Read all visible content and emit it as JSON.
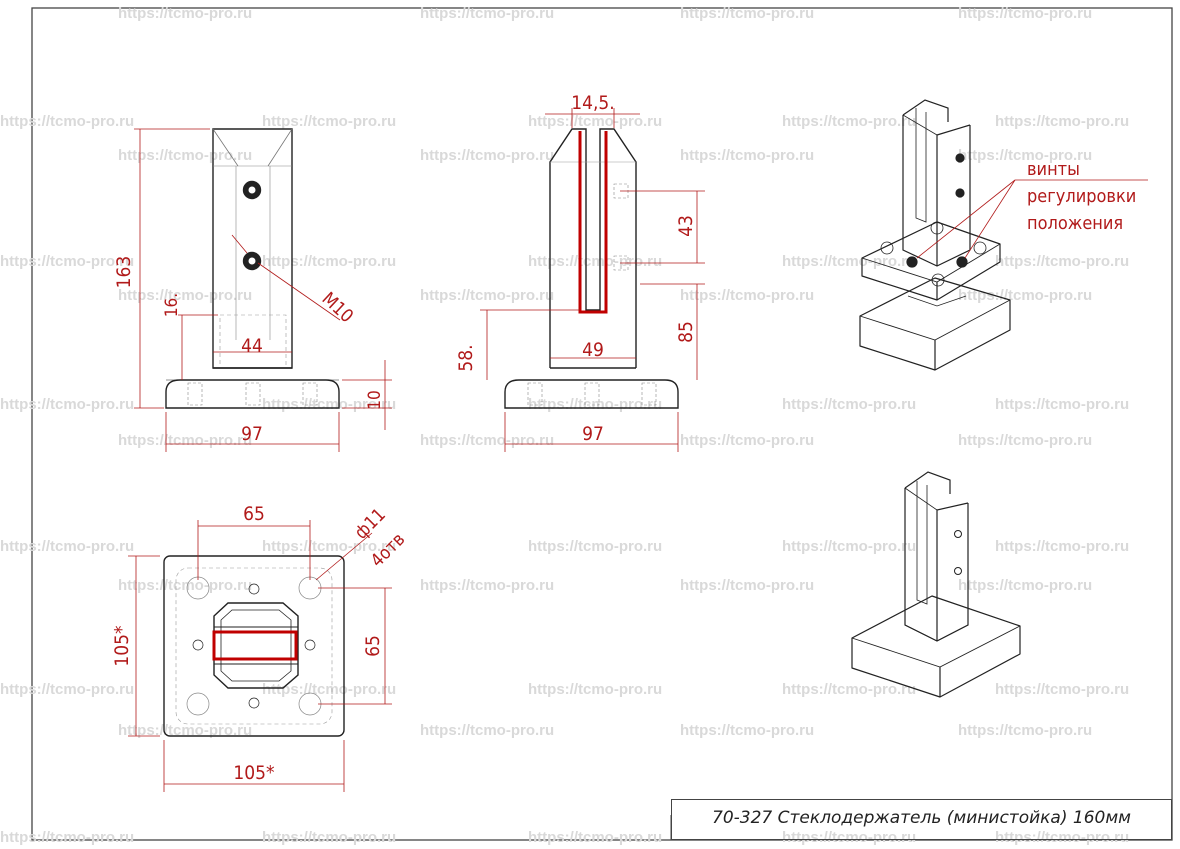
{
  "watermark": "https://tcmo-pro.ru",
  "title_block": {
    "text": "70-327 Стеклодержатель (министойка) 160мм"
  },
  "front_view": {
    "dims": {
      "height_total": "163",
      "height_slot": "16.",
      "width_post": "44",
      "width_base": "97",
      "base_thickness": "10",
      "thread": "M10"
    }
  },
  "side_view": {
    "dims": {
      "glass_gap": "14,5.",
      "screw_spacing": "43",
      "height_85": "85",
      "height_58": "58.",
      "width_49": "49",
      "width_base": "97"
    }
  },
  "plan_view": {
    "dims": {
      "hole_spacing_x": "65",
      "hole_spacing_y": "65",
      "width": "105*",
      "height": "105*",
      "hole_diameter": "ф11",
      "hole_count": "4отв"
    }
  },
  "iso_views": {
    "note_lines": [
      "винты",
      "регулировки",
      "положения"
    ]
  },
  "colors": {
    "dimension": "#b11a1a",
    "glass_slot": "#c00000",
    "outline": "#222222",
    "watermark": "#d9d9d9"
  }
}
